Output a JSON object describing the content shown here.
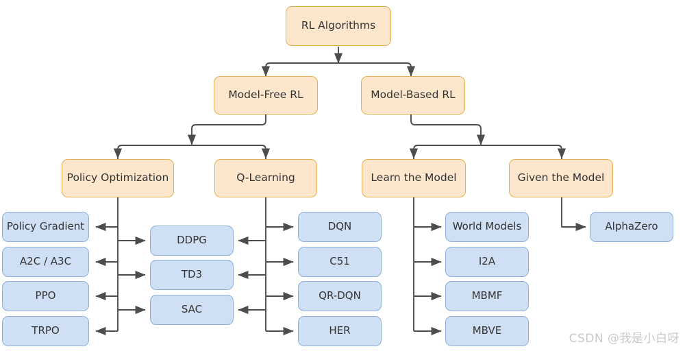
{
  "diagram": {
    "title": "RL Algorithms",
    "colors": {
      "orange_fill": "#fce7cd",
      "orange_border": "#e8ae4e",
      "blue_fill": "#cfe0f5",
      "blue_border": "#8fb0d8",
      "edge": "#4d4d4d",
      "background": "#ffffff",
      "text": "#333333",
      "watermark": "#c9c9c9"
    },
    "nodes": {
      "root": {
        "label": "RL Algorithms"
      },
      "level2": [
        {
          "label": "Model-Free RL"
        },
        {
          "label": "Model-Based RL"
        }
      ],
      "level3": [
        {
          "label": "Policy Optimization"
        },
        {
          "label": "Q-Learning"
        },
        {
          "label": "Learn the Model"
        },
        {
          "label": "Given the Model"
        }
      ],
      "policy_optimization_leaves": [
        {
          "label": "Policy Gradient"
        },
        {
          "label": "A2C / A3C"
        },
        {
          "label": "PPO"
        },
        {
          "label": "TRPO"
        }
      ],
      "shared_leaves": [
        {
          "label": "DDPG"
        },
        {
          "label": "TD3"
        },
        {
          "label": "SAC"
        }
      ],
      "q_learning_leaves": [
        {
          "label": "DQN"
        },
        {
          "label": "C51"
        },
        {
          "label": "QR-DQN"
        },
        {
          "label": "HER"
        }
      ],
      "learn_the_model_leaves": [
        {
          "label": "World Models"
        },
        {
          "label": "I2A"
        },
        {
          "label": "MBMF"
        },
        {
          "label": "MBVE"
        }
      ],
      "given_the_model_leaves": [
        {
          "label": "AlphaZero"
        }
      ]
    }
  },
  "watermark": {
    "text": "CSDN @我是小白呀"
  }
}
